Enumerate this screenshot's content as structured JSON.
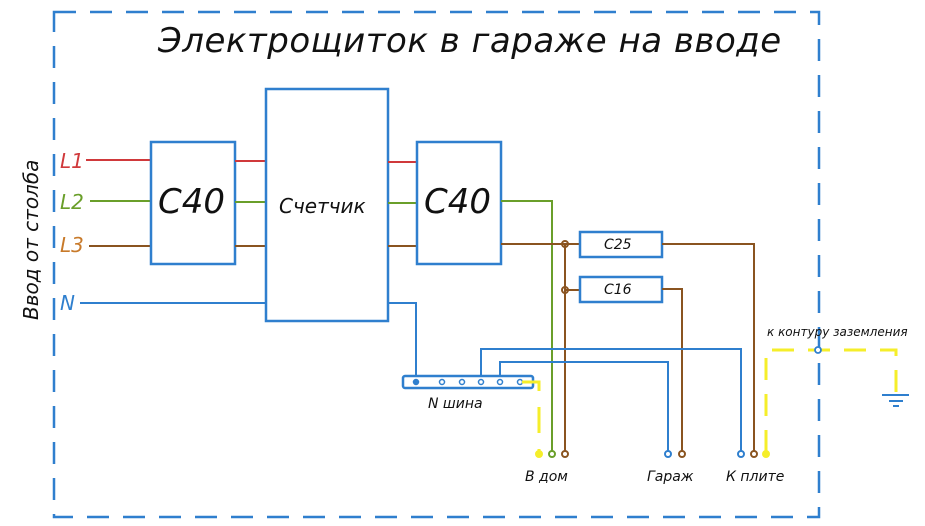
{
  "title": "Электрощиток в гараже на вводе",
  "side_label": "Ввод от столба",
  "inputs": [
    {
      "label": "L1",
      "color": "#d0393b"
    },
    {
      "label": "L2",
      "color": "#6a9f2a"
    },
    {
      "label": "L3",
      "color": "#c87a2a"
    },
    {
      "label": "N",
      "color": "#2f7fce"
    }
  ],
  "breaker_in": {
    "label": "C40"
  },
  "meter": {
    "label": "Счетчик"
  },
  "breaker_out": {
    "label": "C40"
  },
  "breaker_c25": {
    "label": "C25"
  },
  "breaker_c16": {
    "label": "C16"
  },
  "n_bus": {
    "label": "N шина",
    "terminal_count": 6
  },
  "outputs": [
    {
      "label": "В дом"
    },
    {
      "label": "Гараж"
    },
    {
      "label": "К плите"
    }
  ],
  "ground": {
    "label": "к контуру заземления"
  },
  "colors": {
    "frame": "#2f7fce",
    "box": "#2f7fce",
    "l1": "#d0393b",
    "l2": "#6a9f2a",
    "l3": "#8a5420",
    "neutral": "#2f7fce",
    "pe": "#f5ee2a"
  }
}
